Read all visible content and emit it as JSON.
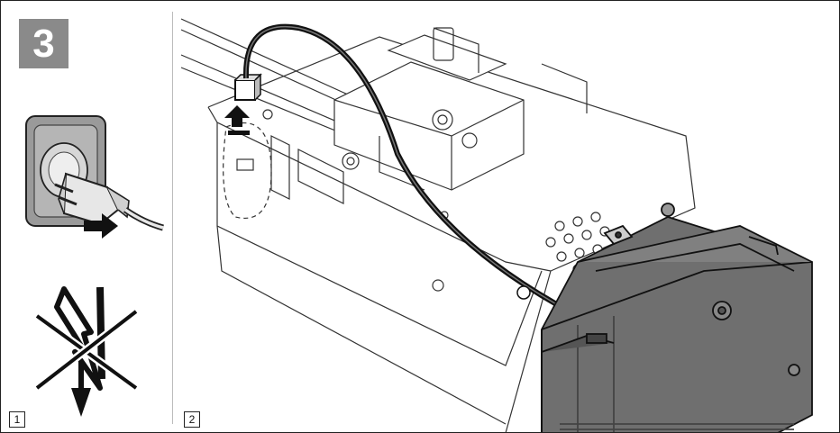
{
  "step": {
    "number": "3",
    "badge_color": "#8a8a8a"
  },
  "panels": [
    {
      "number": "1",
      "icons": [
        "unplug-socket-icon",
        "no-lightning-icon"
      ]
    },
    {
      "number": "2",
      "icons": [
        "motor-unit-illustration",
        "battery-pack-illustration",
        "connector-plug-icon",
        "direction-arrow-icon"
      ]
    }
  ],
  "colors": {
    "stroke": "#1a1a1a",
    "battery_fill": "#6f6f6f",
    "battery_dark": "#555555",
    "socket_fill": "#9a9a9a"
  }
}
